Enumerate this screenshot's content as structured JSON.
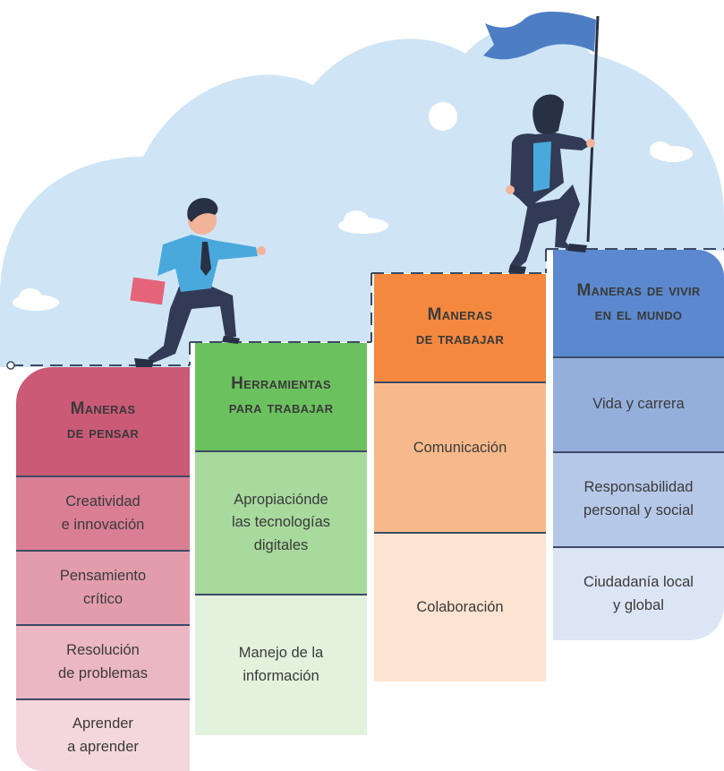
{
  "columns": [
    {
      "header": "Maneras\nde pensar",
      "header_color": "#cb5a76",
      "items": [
        {
          "text": "Creatividad\ne innovación",
          "color": "#d97e93"
        },
        {
          "text": "Pensamiento\ncrítico",
          "color": "#e29cac"
        },
        {
          "text": "Resolución\nde problemas",
          "color": "#ebb7c3"
        },
        {
          "text": "Aprender\na aprender",
          "color": "#f4d7de"
        }
      ]
    },
    {
      "header": "Herramientas\npara trabajar",
      "header_color": "#6cc15f",
      "items": [
        {
          "text": "Apropiaciónde\nlas tecnologías\ndigitales",
          "color": "#a8d99d"
        },
        {
          "text": "Manejo de la\ninformación",
          "color": "#e2f2dd"
        }
      ]
    },
    {
      "header": "Maneras\nde trabajar",
      "header_color": "#f4883f",
      "items": [
        {
          "text": "Comunicación",
          "color": "#f7b98b"
        },
        {
          "text": "Colaboración",
          "color": "#fde3d1"
        }
      ]
    },
    {
      "header": "Maneras de vivir\nen el mundo",
      "header_color": "#5b88cf",
      "items": [
        {
          "text": "Vida y carrera",
          "color": "#94afdc"
        },
        {
          "text": "Responsabilidad\npersonal y social",
          "color": "#b6c8e8"
        },
        {
          "text": "Ciudadanía local\ny global",
          "color": "#dce5f4"
        }
      ]
    }
  ],
  "colors": {
    "sky": "#cfe5f6",
    "cloud": "#ffffff",
    "flag": "#4d7ec4",
    "suit": "#323a56",
    "shirt": "#4aa9dc",
    "skin": "#f2b39b",
    "hair": "#283043",
    "folder": "#e6647a"
  }
}
